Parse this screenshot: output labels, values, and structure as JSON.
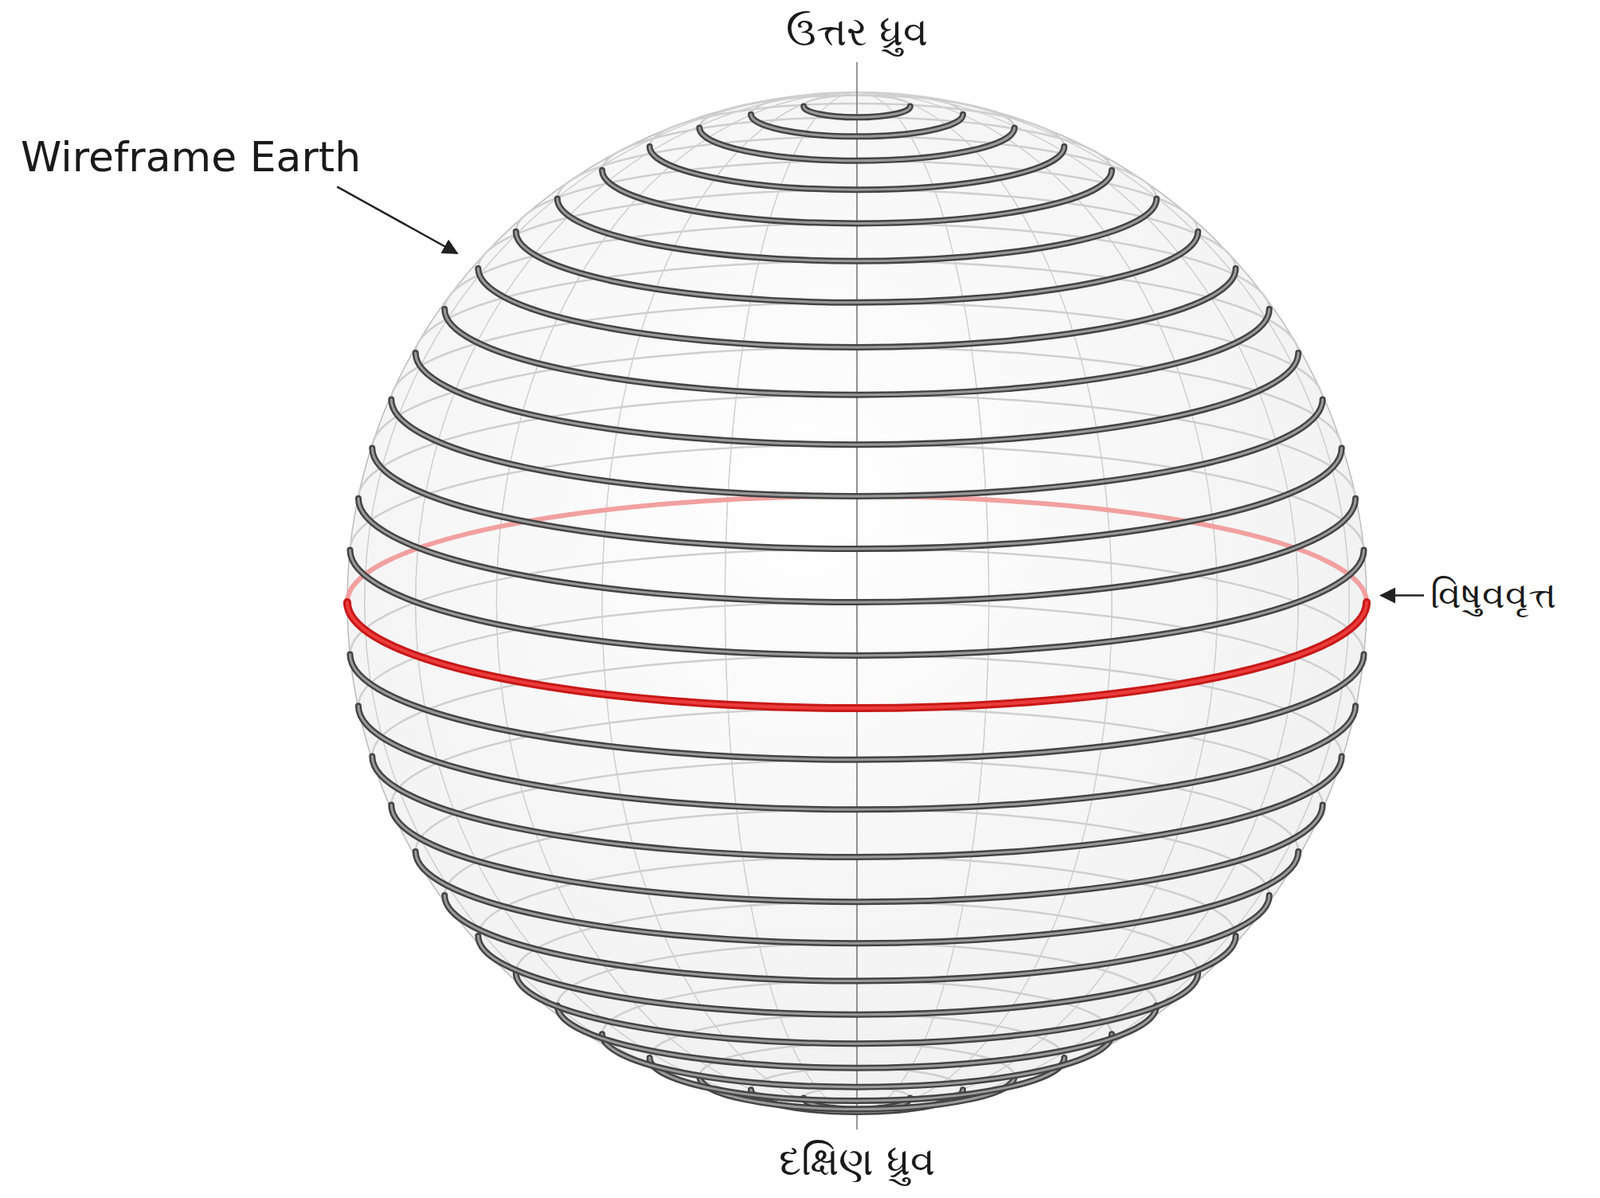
{
  "diagram": {
    "labels": [
      "ઉત્તર ધ્રુવ",
      "Wireframe Earth",
      "વિષુવવૃત્ત",
      "દક્ષિણ ધ્રુવ"
    ]
  }
}
